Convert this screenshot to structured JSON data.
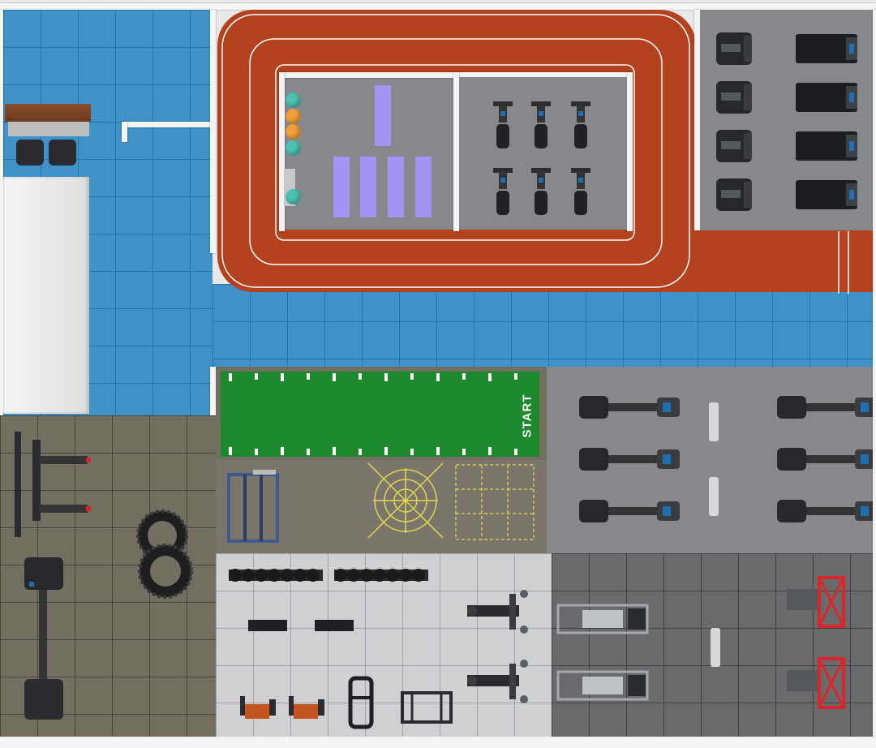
{
  "floor_plan": {
    "zones": [
      {
        "id": "lobby",
        "floor": "blue-tile"
      },
      {
        "id": "indoor-track",
        "floor": "rubber-track",
        "color": "#b5421f"
      },
      {
        "id": "stretch-room",
        "floor": "grey-carpet"
      },
      {
        "id": "bike-studio",
        "floor": "grey-carpet"
      },
      {
        "id": "treadmill-area",
        "floor": "grey-carpet"
      },
      {
        "id": "functional-training",
        "floor": "dark-tile"
      },
      {
        "id": "turf-lane",
        "floor": "green-turf",
        "color": "#1d8a2e"
      },
      {
        "id": "agility-area",
        "floor": "dark-carpet"
      },
      {
        "id": "rower-area",
        "floor": "grey-carpet"
      },
      {
        "id": "free-weights",
        "floor": "light-tile"
      },
      {
        "id": "strength-machines",
        "floor": "mid-tile"
      }
    ],
    "turf": {
      "start_label": "START"
    },
    "colors": {
      "track": "#b5421f",
      "track_lines": "#ffffff",
      "turf": "#1d8a2e",
      "yoga_mat": "#a493f2",
      "ball_teal": "#4cc2b2",
      "ball_orange": "#f0a03a",
      "agility_lines": "#e1d84c",
      "accent_red": "#d9262b",
      "accent_blue": "#1f6fb3"
    },
    "equipment": [
      {
        "type": "lounge-bench"
      },
      {
        "type": "lounge-chair"
      },
      {
        "type": "exercise-ball"
      },
      {
        "type": "yoga-mat"
      },
      {
        "type": "spin-bike"
      },
      {
        "type": "elliptical"
      },
      {
        "type": "treadmill"
      },
      {
        "type": "rowing-machine"
      },
      {
        "type": "tractor-tire"
      },
      {
        "type": "dumbbell-rack"
      },
      {
        "type": "flat-bench"
      },
      {
        "type": "power-rack"
      },
      {
        "type": "leg-press"
      },
      {
        "type": "cable-machine"
      }
    ]
  }
}
